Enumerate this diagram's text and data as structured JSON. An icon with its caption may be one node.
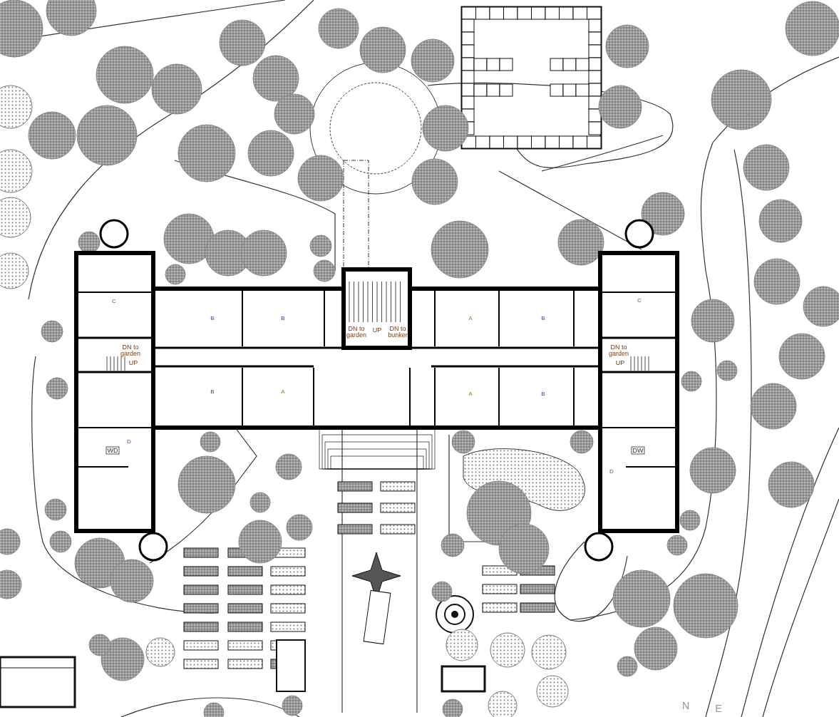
{
  "diagram": {
    "labels": [
      "C",
      "B",
      "B",
      "DN to garden",
      "UP",
      "DN to bunker",
      "A",
      "B",
      "C",
      "DN to garden",
      "DN to garden",
      "UP",
      "UP",
      "B",
      "A",
      "A",
      "B",
      "D",
      "WD",
      "DW",
      "D",
      "N",
      "E"
    ]
  }
}
